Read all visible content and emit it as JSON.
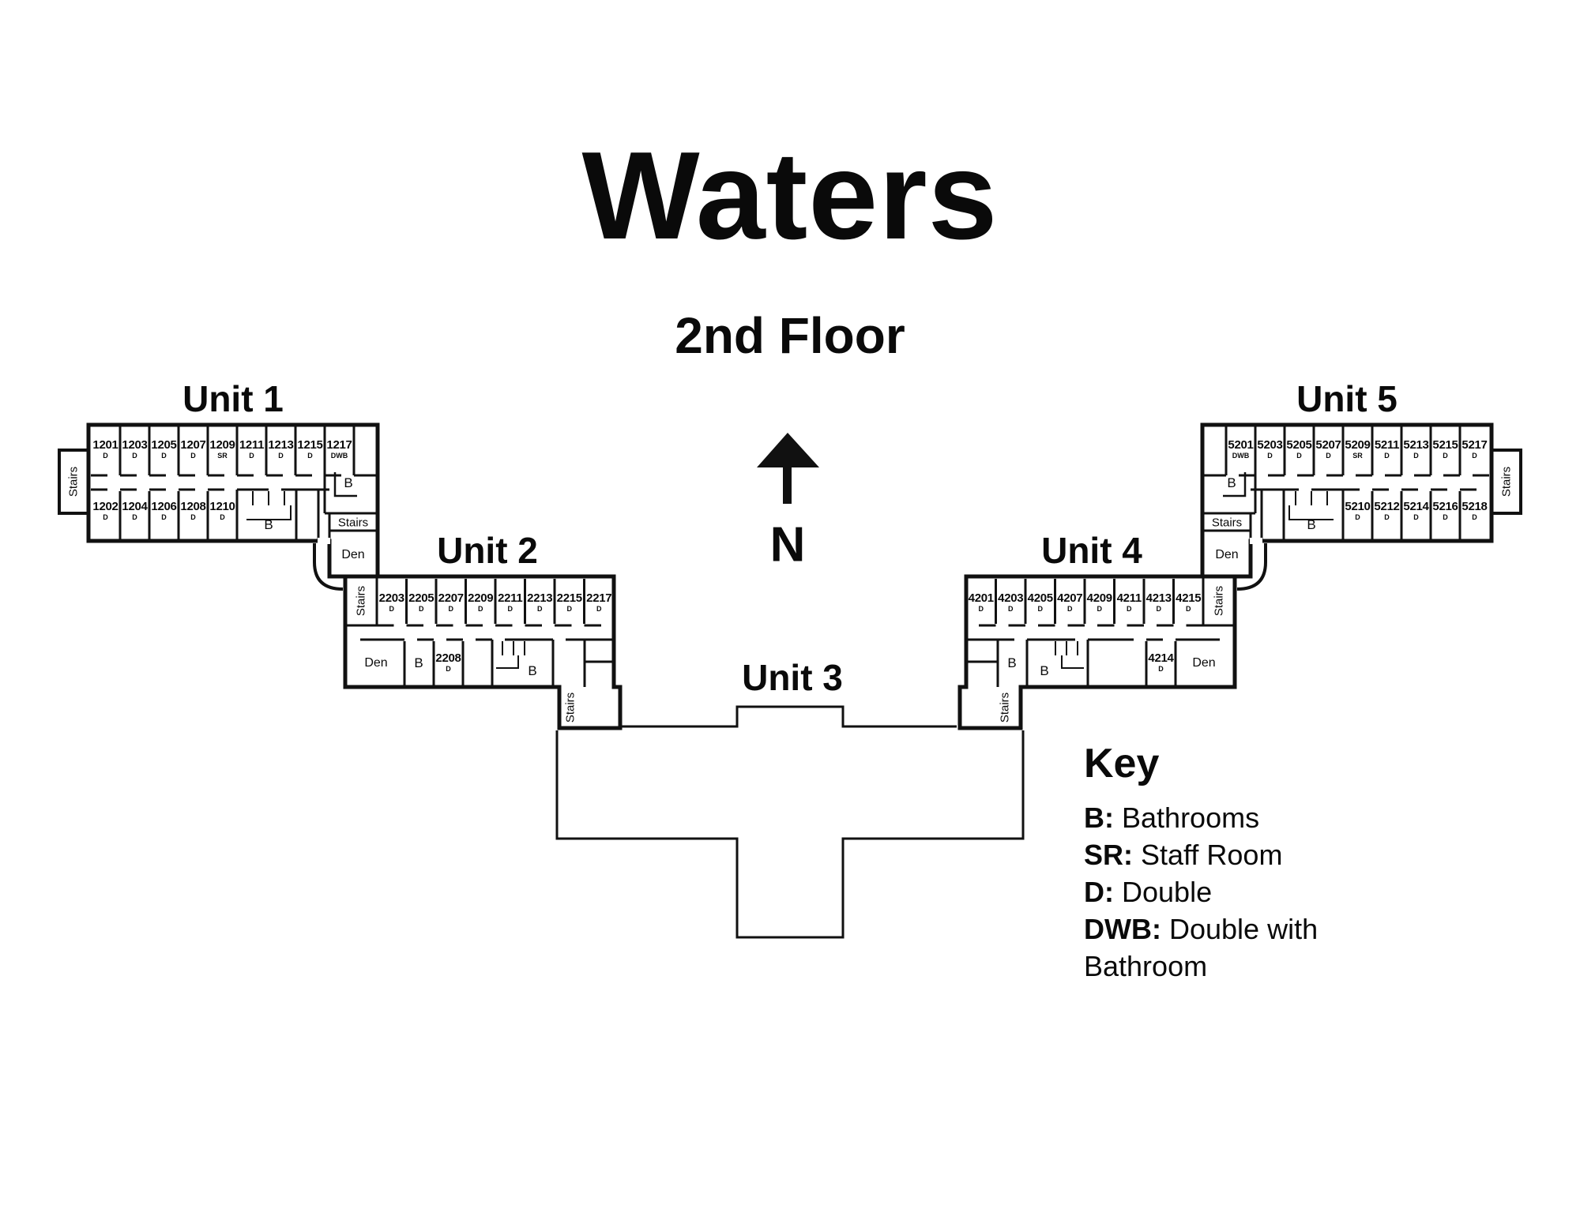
{
  "title": "Waters",
  "subtitle": "2nd Floor",
  "compass": {
    "label": "N"
  },
  "units": {
    "unit1": {
      "label": "Unit 1",
      "rooms_top": [
        {
          "number": "1201",
          "type": "D"
        },
        {
          "number": "1203",
          "type": "D"
        },
        {
          "number": "1205",
          "type": "D"
        },
        {
          "number": "1207",
          "type": "D"
        },
        {
          "number": "1209",
          "type": "SR"
        },
        {
          "number": "1211",
          "type": "D"
        },
        {
          "number": "1213",
          "type": "D"
        },
        {
          "number": "1215",
          "type": "D"
        },
        {
          "number": "1217",
          "type": "DWB"
        }
      ],
      "rooms_bottom": [
        {
          "number": "1202",
          "type": "D"
        },
        {
          "number": "1204",
          "type": "D"
        },
        {
          "number": "1206",
          "type": "D"
        },
        {
          "number": "1208",
          "type": "D"
        },
        {
          "number": "1210",
          "type": "D"
        }
      ],
      "stairs_left": "Stairs",
      "bathroom": "B",
      "small_bathroom": "B",
      "junction_stairs": "Stairs",
      "junction_den": "Den"
    },
    "unit2": {
      "label": "Unit 2",
      "rooms_top": [
        {
          "number": "2203",
          "type": "D"
        },
        {
          "number": "2205",
          "type": "D"
        },
        {
          "number": "2207",
          "type": "D"
        },
        {
          "number": "2209",
          "type": "D"
        },
        {
          "number": "2211",
          "type": "D"
        },
        {
          "number": "2213",
          "type": "D"
        },
        {
          "number": "2215",
          "type": "D"
        },
        {
          "number": "2217",
          "type": "D"
        }
      ],
      "room_2208": {
        "number": "2208",
        "type": "D"
      },
      "den": "Den",
      "bath_room": "B",
      "bathroom": "B",
      "stairs_top": "Stairs",
      "stairs_bottom": "Stairs"
    },
    "unit3": {
      "label": "Unit 3"
    },
    "unit4": {
      "label": "Unit 4",
      "rooms_top": [
        {
          "number": "4201",
          "type": "D"
        },
        {
          "number": "4203",
          "type": "D"
        },
        {
          "number": "4205",
          "type": "D"
        },
        {
          "number": "4207",
          "type": "D"
        },
        {
          "number": "4209",
          "type": "D"
        },
        {
          "number": "4211",
          "type": "D"
        },
        {
          "number": "4213",
          "type": "D"
        },
        {
          "number": "4215",
          "type": "D"
        }
      ],
      "room_4214": {
        "number": "4214",
        "type": "D"
      },
      "den": "Den",
      "bath_room": "B",
      "bathroom": "B",
      "stairs_top": "Stairs",
      "stairs_bottom": "Stairs"
    },
    "unit5": {
      "label": "Unit 5",
      "rooms_top": [
        {
          "number": "5201",
          "type": "DWB"
        },
        {
          "number": "5203",
          "type": "D"
        },
        {
          "number": "5205",
          "type": "D"
        },
        {
          "number": "5207",
          "type": "D"
        },
        {
          "number": "5209",
          "type": "SR"
        },
        {
          "number": "5211",
          "type": "D"
        },
        {
          "number": "5213",
          "type": "D"
        },
        {
          "number": "5215",
          "type": "D"
        },
        {
          "number": "5217",
          "type": "D"
        }
      ],
      "rooms_bottom": [
        {
          "number": "5210",
          "type": "D"
        },
        {
          "number": "5212",
          "type": "D"
        },
        {
          "number": "5214",
          "type": "D"
        },
        {
          "number": "5216",
          "type": "D"
        },
        {
          "number": "5218",
          "type": "D"
        }
      ],
      "stairs_right": "Stairs",
      "bathroom": "B",
      "small_bathroom": "B",
      "junction_stairs": "Stairs",
      "junction_den": "Den"
    }
  },
  "key": {
    "heading": "Key",
    "items": [
      {
        "abbr": "B:",
        "desc": "Bathrooms"
      },
      {
        "abbr": "SR:",
        "desc": "Staff Room"
      },
      {
        "abbr": "D:",
        "desc": "Double"
      },
      {
        "abbr": "DWB:",
        "desc": "Double with Bathroom"
      }
    ]
  },
  "colors": {
    "walls": "#111111",
    "background": "#ffffff"
  }
}
